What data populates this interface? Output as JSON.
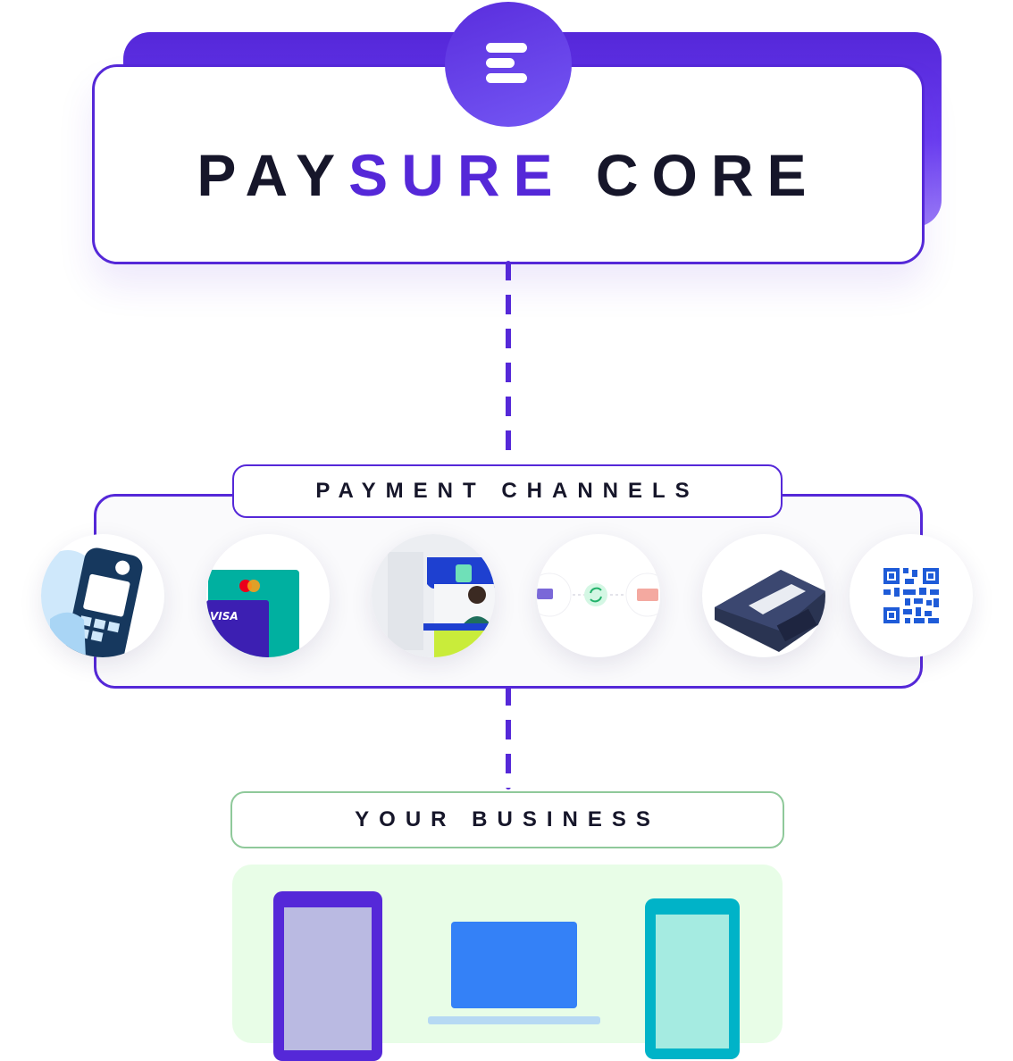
{
  "core": {
    "title_part1": "PAY",
    "title_accent": "SURE",
    "title_part2": " CORE",
    "badge_icon": "paysure-logo-icon"
  },
  "channels": {
    "label": "PAYMENT CHANNELS",
    "items": [
      {
        "icon": "contactless-terminal-icon"
      },
      {
        "icon": "payment-cards-icon",
        "card_text": "VISA"
      },
      {
        "icon": "merchant-shop-icon"
      },
      {
        "icon": "card-transfer-icon"
      },
      {
        "icon": "pos-terminal-icon"
      },
      {
        "icon": "qr-code-icon"
      }
    ]
  },
  "business": {
    "label": "YOUR BUSINESS",
    "devices": [
      "phone-icon",
      "laptop-icon",
      "tablet-icon"
    ]
  },
  "colors": {
    "brand_purple": "#5528d8",
    "dark_text": "#16162a",
    "business_border": "#8fc99a",
    "business_panel": "#e8fde7"
  }
}
